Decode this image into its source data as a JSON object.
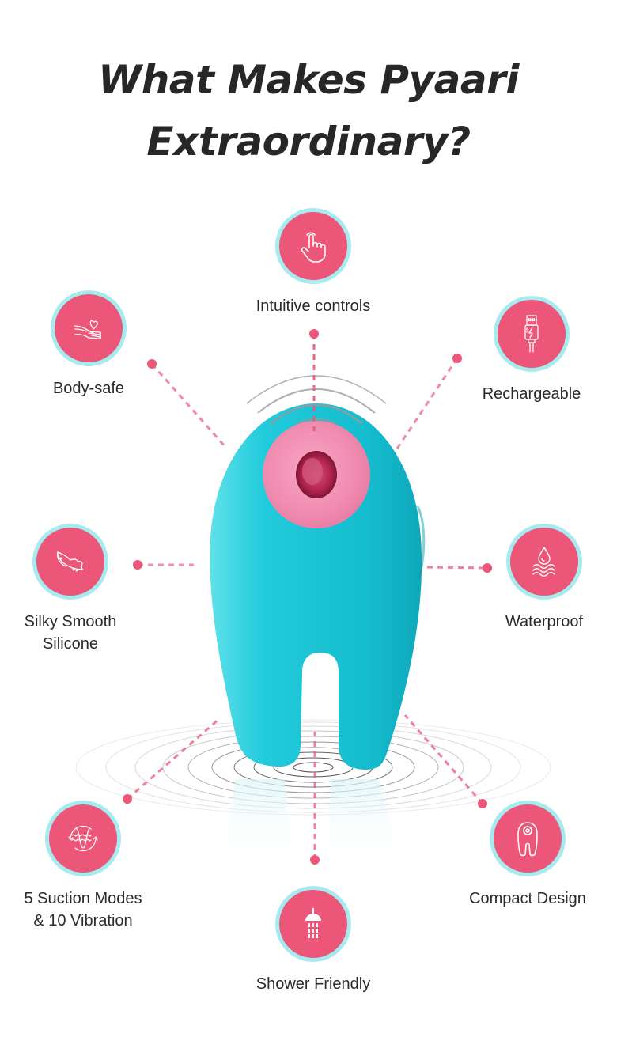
{
  "title": {
    "line1": "What Makes Pyaari",
    "line2": "Extraordinary?"
  },
  "colors": {
    "accent_pink": "#ec5679",
    "ring_cyan": "#a6ebf0",
    "product_teal": "#1fc6d6",
    "product_pink": "#f38fb0",
    "text_dark": "#272727"
  },
  "features": [
    {
      "id": "intuitive-controls",
      "label": "Intuitive controls",
      "icon": "finger-tap-icon"
    },
    {
      "id": "body-safe",
      "label": "Body-safe",
      "icon": "hand-heart-icon"
    },
    {
      "id": "rechargeable",
      "label": "Rechargeable",
      "icon": "usb-charge-icon"
    },
    {
      "id": "silky-smooth-silicone",
      "label_line1": "Silky Smooth",
      "label_line2": "Silicone",
      "icon": "feather-icon"
    },
    {
      "id": "waterproof",
      "label": "Waterproof",
      "icon": "water-drop-waves-icon"
    },
    {
      "id": "suction-vibration-modes",
      "label_line1": "5 Suction Modes",
      "label_line2": "& 10 Vibration",
      "icon": "wave-cycle-icon"
    },
    {
      "id": "compact-design",
      "label": "Compact Design",
      "icon": "device-outline-icon"
    },
    {
      "id": "shower-friendly",
      "label": "Shower Friendly",
      "icon": "shower-head-icon"
    }
  ]
}
